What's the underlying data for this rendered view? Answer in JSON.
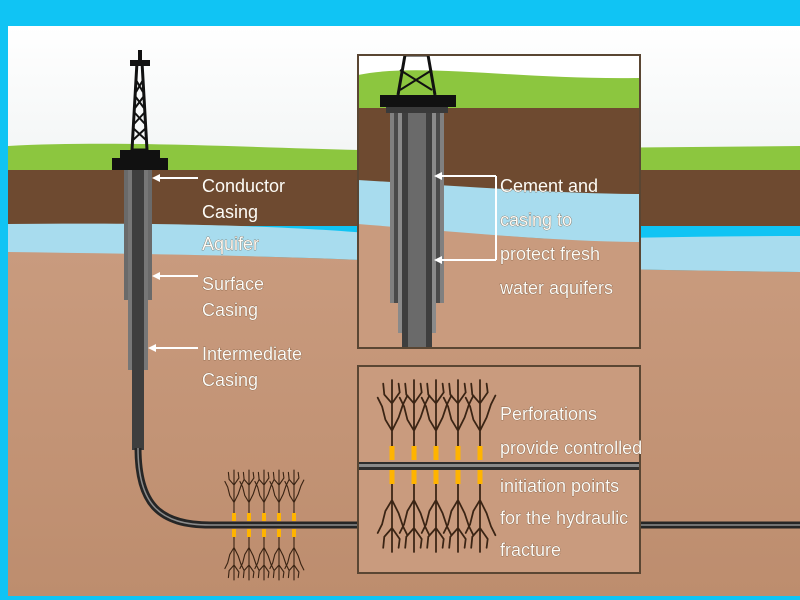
{
  "labels": {
    "conductor_1": "Conductor",
    "conductor_2": "Casing",
    "aquifer": "Aquifer",
    "surface_1": "Surface",
    "surface_2": "Casing",
    "intermediate_1": "Intermediate",
    "intermediate_2": "Casing"
  },
  "inset_top": {
    "line1": "Cement and",
    "line2": "casing to",
    "line3": "protect fresh",
    "line4": "water aquifers"
  },
  "inset_bottom": {
    "line1": "Perforations",
    "line2": "provide controlled",
    "line3": "initiation points",
    "line4": "for the hydraulic",
    "line5": "fracture"
  },
  "colors": {
    "frame": "#10c4f4",
    "sky": "#ffffff",
    "grass": "#8cc63f",
    "topsoil": "#6e4a30",
    "aquifer": "#a8dcee",
    "rock": "#c7977a",
    "pipe": "#4a4a4a",
    "flare": "#ffb400"
  }
}
